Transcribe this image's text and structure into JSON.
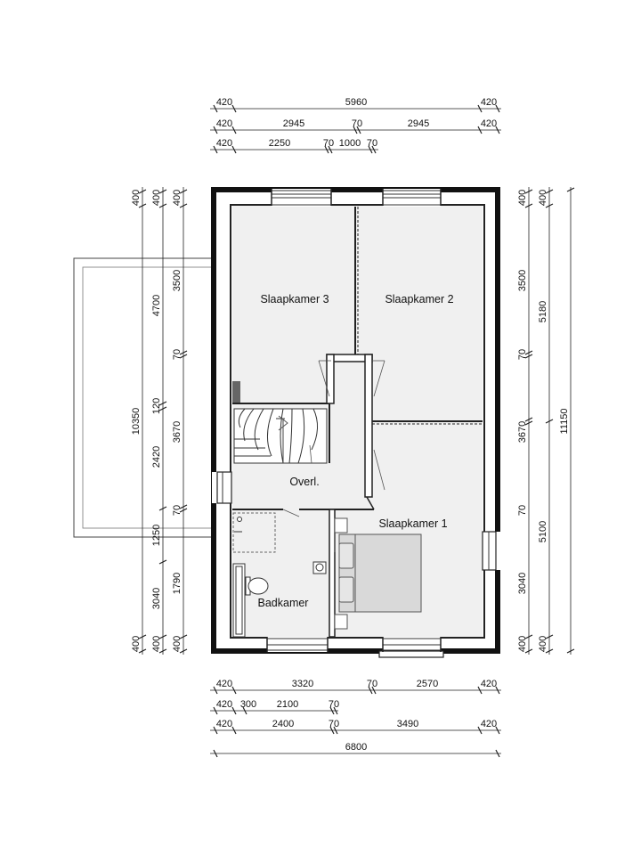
{
  "rooms": {
    "slaapkamer3": "Slaapkamer 3",
    "slaapkamer2": "Slaapkamer 2",
    "slaapkamer1": "Slaapkamer 1",
    "overloop": "Overl.",
    "badkamer": "Badkamer"
  },
  "dimensions": {
    "top": {
      "row1": [
        "420",
        "5960",
        "420"
      ],
      "row2": [
        "420",
        "2945",
        "70",
        "2945",
        "420"
      ],
      "row3": [
        "420",
        "2250",
        "70",
        "1000",
        "70"
      ]
    },
    "bottom": {
      "row1": [
        "420",
        "3320",
        "70",
        "2570",
        "420"
      ],
      "row2": [
        "420",
        "300",
        "2100",
        "70"
      ],
      "row3": [
        "420",
        "2400",
        "70",
        "3490",
        "420"
      ],
      "row4": [
        "6800"
      ]
    },
    "left": {
      "col1": [
        "400",
        "10350",
        "400"
      ],
      "col2": [
        "400",
        "4700",
        "120",
        "2420",
        "1250",
        "3040",
        "400"
      ],
      "col3": [
        "400",
        "3500",
        "70",
        "3670",
        "70",
        "1790",
        "400"
      ]
    },
    "right": {
      "col1": [
        "400",
        "3500",
        "70",
        "3670",
        "70",
        "3040",
        "400"
      ],
      "col2": [
        "400",
        "5180",
        "5100",
        "400"
      ],
      "col3": [
        "11150"
      ]
    }
  }
}
